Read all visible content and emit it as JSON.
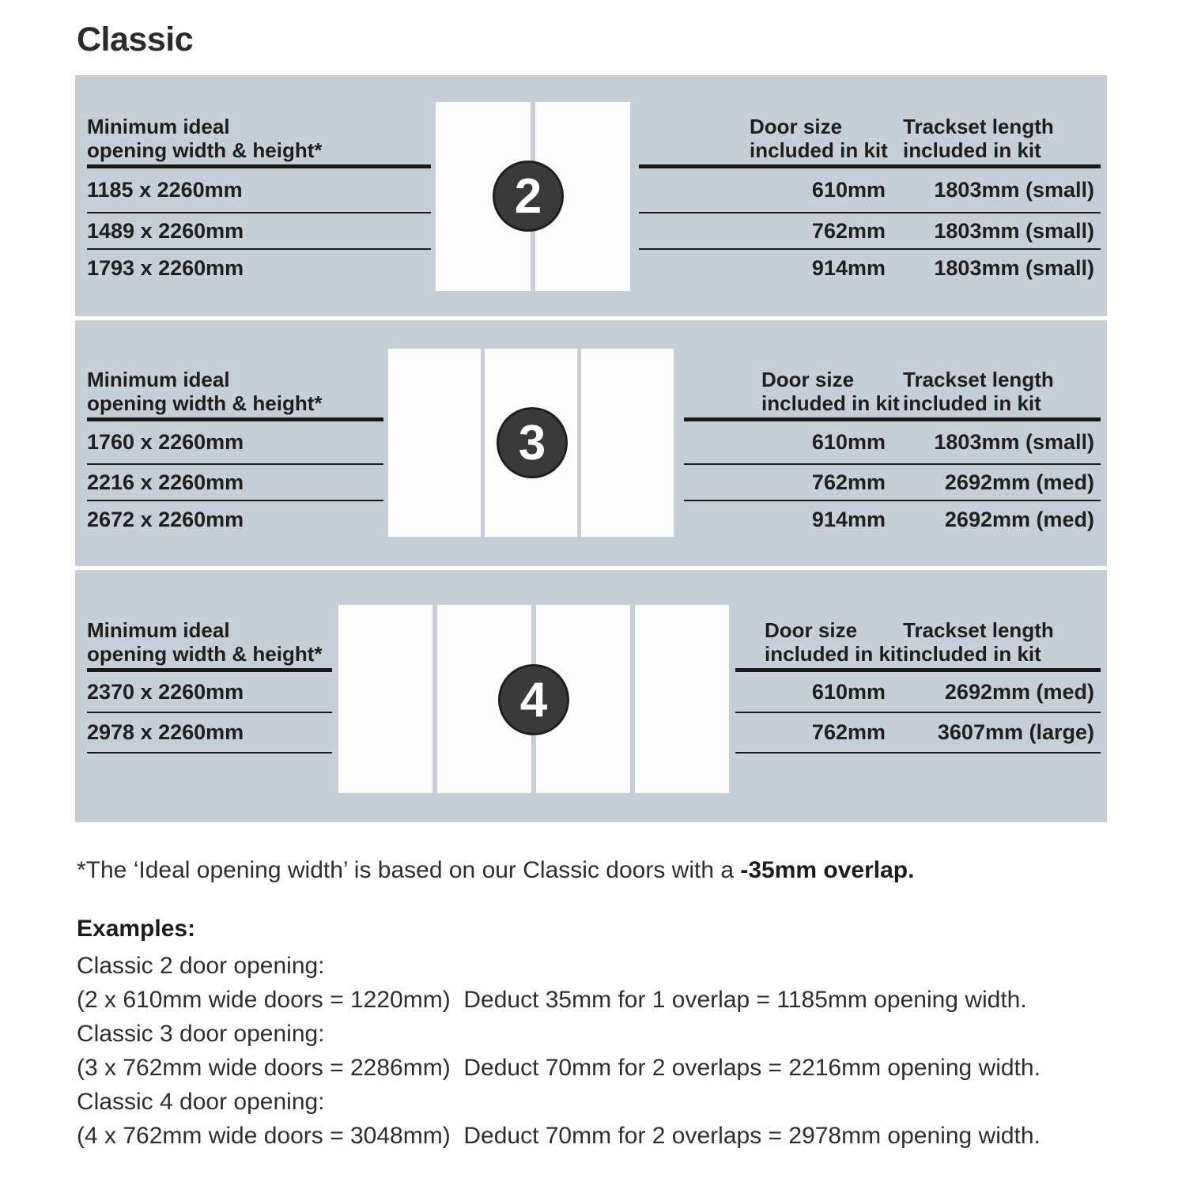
{
  "title": "Classic",
  "table_headers": {
    "opening_line1": "Minimum ideal",
    "opening_line2": "opening width & height*",
    "door_line1": "Door size",
    "door_line2": "included in kit",
    "track_line1": "Trackset length",
    "track_line2": "included in kit"
  },
  "panels": [
    {
      "doors": "2",
      "rows": [
        {
          "opening": "1185 x 2260mm",
          "door_size": "610mm",
          "trackset": "1803mm (small)"
        },
        {
          "opening": "1489 x 2260mm",
          "door_size": "762mm",
          "trackset": "1803mm (small)"
        },
        {
          "opening": "1793 x 2260mm",
          "door_size": "914mm",
          "trackset": "1803mm (small)"
        }
      ]
    },
    {
      "doors": "3",
      "rows": [
        {
          "opening": "1760 x 2260mm",
          "door_size": "610mm",
          "trackset": "1803mm (small)"
        },
        {
          "opening": "2216 x 2260mm",
          "door_size": "762mm",
          "trackset": "2692mm (med)"
        },
        {
          "opening": "2672 x 2260mm",
          "door_size": "914mm",
          "trackset": "2692mm (med)"
        }
      ]
    },
    {
      "doors": "4",
      "rows": [
        {
          "opening": "2370 x 2260mm",
          "door_size": "610mm",
          "trackset": "2692mm (med)"
        },
        {
          "opening": "2978 x 2260mm",
          "door_size": "762mm",
          "trackset": "3607mm (large)"
        }
      ]
    }
  ],
  "footnote": {
    "regular": "*The ‘Ideal opening width’ is based on our Classic doors with a ",
    "bold": "-35mm overlap."
  },
  "examples": {
    "heading": "Examples:",
    "items": [
      {
        "label": "Classic 2 door opening:",
        "detail": "(2 x 610mm wide doors = 1220mm)  Deduct 35mm for 1 overlap = 1185mm opening width."
      },
      {
        "label": "Classic 3 door opening:",
        "detail": "(3 x 762mm wide doors = 2286mm)  Deduct 70mm for 2 overlaps = 2216mm opening width."
      },
      {
        "label": "Classic 4 door opening:",
        "detail": "(4 x 762mm wide doors = 3048mm)  Deduct 70mm for 2 overlaps = 2978mm opening width."
      }
    ]
  },
  "colors": {
    "panel_background": "#c6cfd7",
    "line": "#1a1a1a",
    "badge": "#3a3a3a",
    "door": "#fdfdfd",
    "text": "#1f1f1f"
  }
}
